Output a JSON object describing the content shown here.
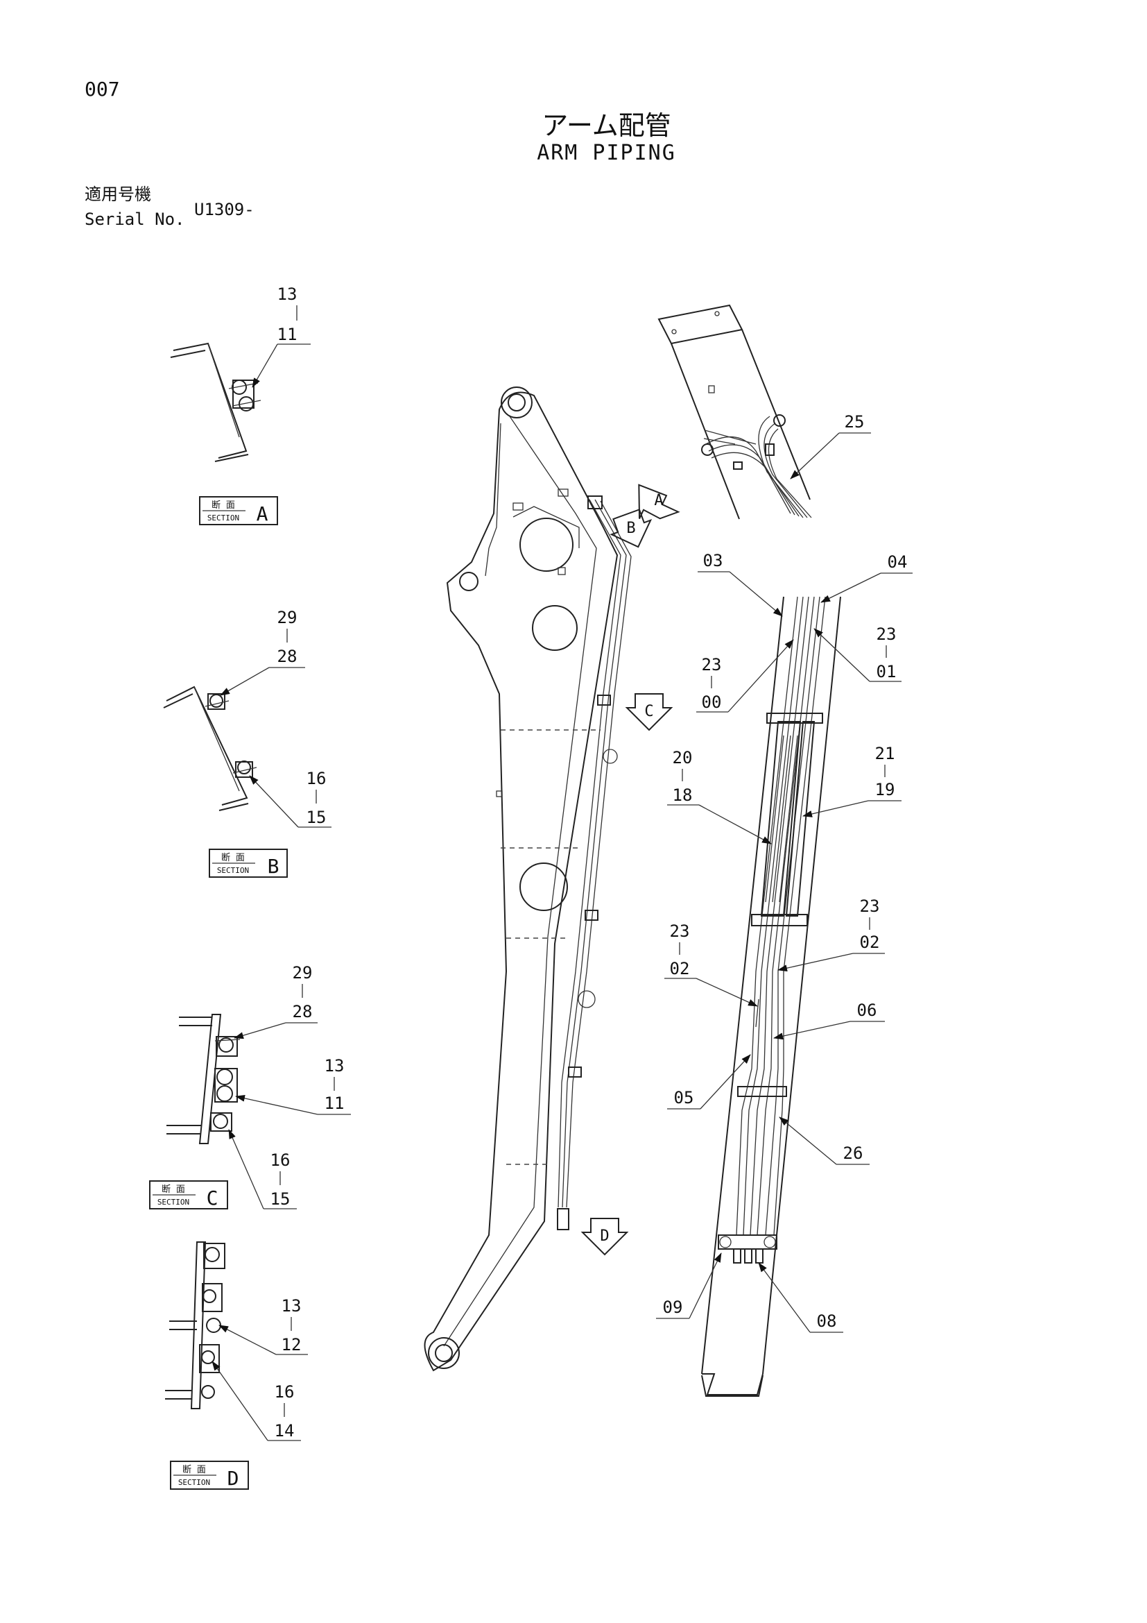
{
  "header": {
    "page_number": "007",
    "title_jp": "アーム配管",
    "title_en": "ARM PIPING",
    "serial_label_jp": "適用号機",
    "serial_label_en": "Serial No.",
    "serial_value": "U1309-"
  },
  "sections": {
    "label_jp": "断 面",
    "label_en": "SECTION",
    "A": {
      "letter": "A",
      "callout_top": "13",
      "callout_bottom": "11"
    },
    "B": {
      "letter": "B",
      "callout1_top": "29",
      "callout1_bottom": "28",
      "callout2_top": "16",
      "callout2_bottom": "15"
    },
    "C": {
      "letter": "C",
      "callout1_top": "29",
      "callout1_bottom": "28",
      "callout2_top": "13",
      "callout2_bottom": "11",
      "callout3_top": "16",
      "callout3_bottom": "15"
    },
    "D": {
      "letter": "D",
      "callout1_top": "13",
      "callout1_bottom": "12",
      "callout2_top": "16",
      "callout2_bottom": "14"
    }
  },
  "view_arrows": [
    "A",
    "B",
    "C",
    "D"
  ],
  "part_callouts": {
    "p25": "25",
    "p03": "03",
    "p04": "04",
    "p23_01": {
      "top": "23",
      "bottom": "01"
    },
    "p23_00": {
      "top": "23",
      "bottom": "00"
    },
    "p20_18": {
      "top": "20",
      "bottom": "18"
    },
    "p21_19": {
      "top": "21",
      "bottom": "19"
    },
    "p23_02a": {
      "top": "23",
      "bottom": "02"
    },
    "p23_02b": {
      "top": "23",
      "bottom": "02"
    },
    "p06": "06",
    "p05": "05",
    "p26": "26",
    "p09": "09",
    "p08": "08"
  }
}
